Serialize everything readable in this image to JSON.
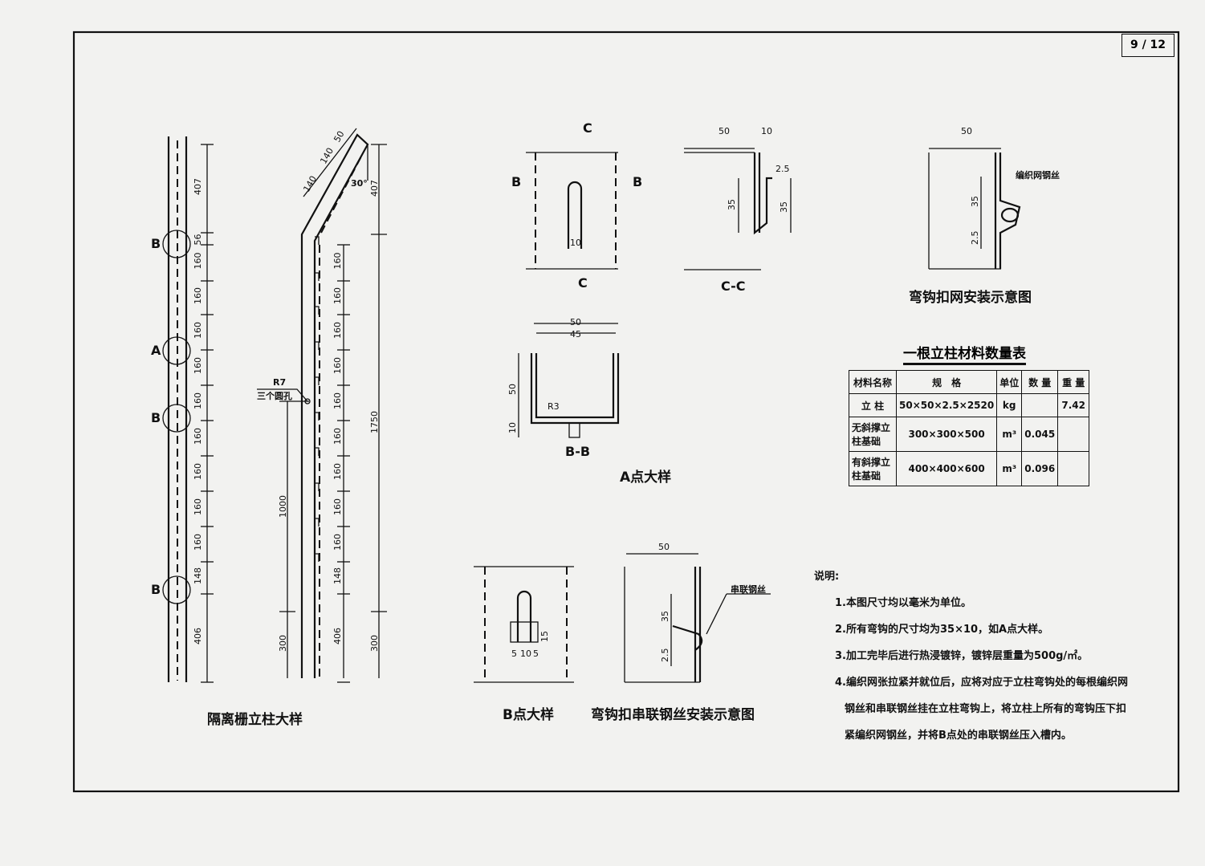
{
  "page_number": "9 / 12",
  "post_detail": {
    "title": "隔离栅立柱大样",
    "markers": [
      "B",
      "A",
      "B",
      "B"
    ],
    "dims_left": [
      "407",
      "56",
      "160",
      "160",
      "160",
      "160",
      "160",
      "160",
      "160",
      "160",
      "160",
      "148",
      "406"
    ],
    "slant_dims": [
      "140",
      "140",
      "50"
    ],
    "angle": "30°",
    "top_dim": "407",
    "total_dim": "1750",
    "hole_radius": "R7",
    "hole_label": "三个圆孔",
    "dim_1000": "1000",
    "dim_300": "300"
  },
  "section_c": {
    "mark_c": "C",
    "mark_b": "B",
    "slot_width": "10"
  },
  "section_cc": {
    "title": "C-C",
    "w50": "50",
    "w10": "10",
    "t25": "2.5",
    "h35": "35"
  },
  "hook_net": {
    "title": "弯钩扣网安装示意图",
    "w50": "50",
    "wire": "编织网钢丝",
    "h35": "35",
    "t25": "2.5"
  },
  "section_bb": {
    "title": "B-B",
    "w50": "50",
    "w45": "45",
    "h50": "50",
    "h10": "10",
    "radius": "R3",
    "caption": "A点大样"
  },
  "point_b": {
    "title": "B点大样",
    "h15": "15",
    "w5a": "5",
    "w10": "10",
    "w5b": "5"
  },
  "hook_series": {
    "title": "弯钩扣串联钢丝安装示意图",
    "w50": "50",
    "wire": "串联钢丝",
    "h35": "35",
    "t25": "2.5"
  },
  "material_table": {
    "title": "一根立柱材料数量表",
    "headers": [
      "材料名称",
      "规　格",
      "单位",
      "数 量",
      "重 量"
    ],
    "rows": [
      {
        "name": "立 柱",
        "spec": "50×50×2.5×2520",
        "unit": "kg",
        "qty": "",
        "weight": "7.42"
      },
      {
        "name": "无斜撑立柱基础",
        "spec": "300×300×500",
        "unit": "m³",
        "qty": "0.045",
        "weight": ""
      },
      {
        "name": "有斜撑立柱基础",
        "spec": "400×400×600",
        "unit": "m³",
        "qty": "0.096",
        "weight": ""
      }
    ]
  },
  "notes": {
    "heading": "说明:",
    "items": [
      "1.本图尺寸均以毫米为单位。",
      "2.所有弯钩的尺寸均为35×10，如A点大样。",
      "3.加工完毕后进行热浸镀锌，镀锌层重量为500g/㎡。",
      "4.编织网张拉紧并就位后，应将对应于立柱弯钩处的每根编织网",
      "钢丝和串联钢丝挂在立柱弯钩上，将立柱上所有的弯钩压下扣",
      "紧编织网钢丝，并将B点处的串联钢丝压入槽内。"
    ]
  }
}
